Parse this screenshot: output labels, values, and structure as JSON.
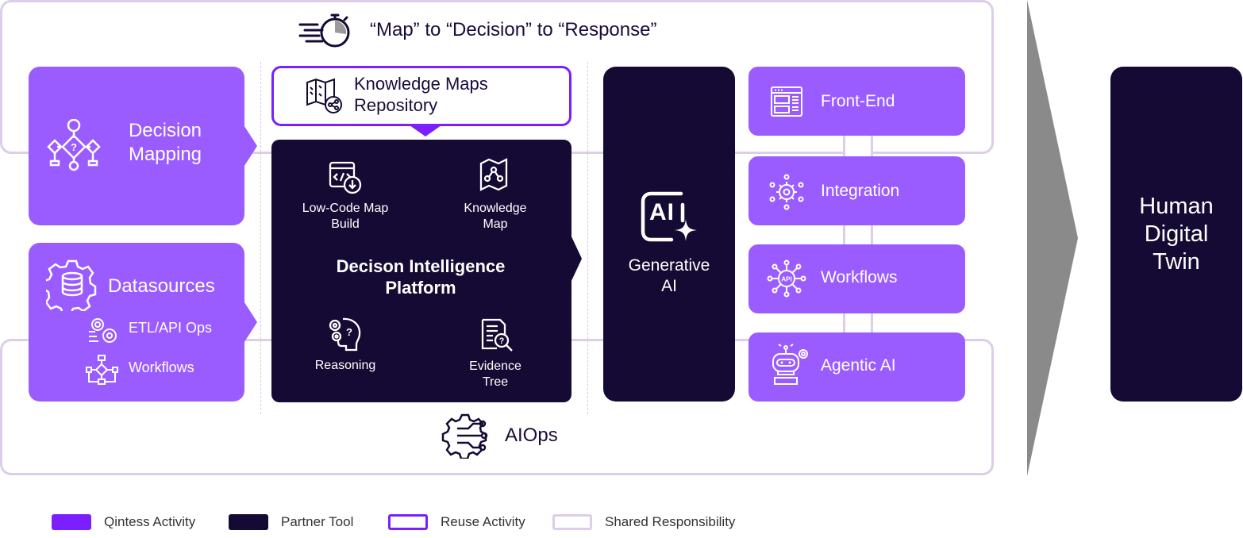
{
  "header": {
    "title": "“Map” to “Decision” to “Response”"
  },
  "decision_mapping": {
    "label_line1": "Decision",
    "label_line2": "Mapping"
  },
  "datasources": {
    "label": "Datasources",
    "sub1": "ETL/API Ops",
    "sub2": "Workflows"
  },
  "knowledge_repo": {
    "line1": "Knowledge Maps",
    "line2": "Repository"
  },
  "platform": {
    "title_line1": "Decison Intelligence",
    "title_line2": "Platform",
    "items": [
      {
        "line1": "Low-Code Map",
        "line2": "Build"
      },
      {
        "line1": "Knowledge",
        "line2": "Map"
      },
      {
        "line1": "Reasoning",
        "line2": ""
      },
      {
        "line1": "Evidence",
        "line2": "Tree"
      }
    ]
  },
  "generative_ai": {
    "badge": "AI",
    "line1": "Generative",
    "line2": "AI"
  },
  "stack": [
    {
      "label": "Front-End"
    },
    {
      "label": "Integration"
    },
    {
      "label": "Workflows"
    },
    {
      "label": "Agentic AI"
    }
  ],
  "aiops": {
    "label": "AIOps"
  },
  "human_twin": {
    "line1": "Human",
    "line2": "Digital",
    "line3": "Twin"
  },
  "legend": [
    {
      "label": "Qintess Activity",
      "color": "#7b1fff"
    },
    {
      "label": "Partner Tool",
      "color": "#150a33"
    },
    {
      "label": "Reuse Activity",
      "color": "#7b1fff"
    },
    {
      "label": "Shared Responsibility",
      "color": "#dccde8"
    }
  ],
  "colors": {
    "purple": "#9b5cff",
    "dark": "#150a33",
    "accent": "#7b1fff",
    "frame": "#dccde8",
    "arrow": "#8a8a8a"
  }
}
